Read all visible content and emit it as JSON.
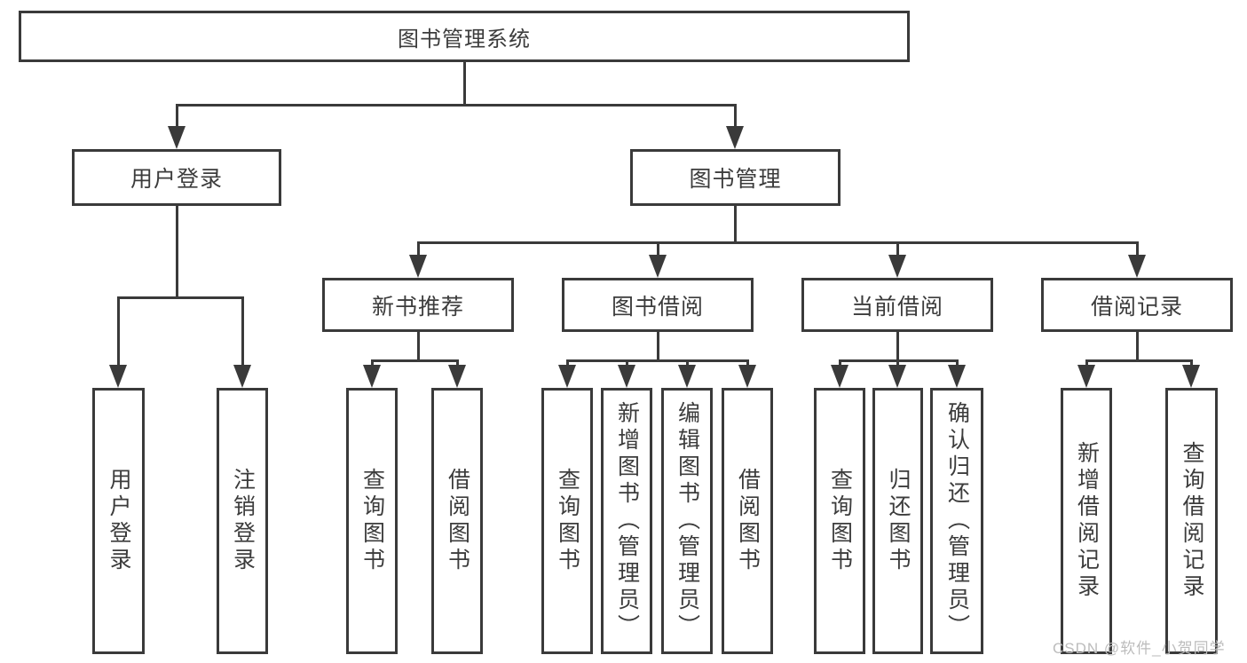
{
  "diagram_type": "hierarchy-tree",
  "watermark": "CSDN @软件_小贺同学",
  "colors": {
    "background": "#ffffff",
    "line": "#3a3a3a",
    "box_border": "#3a3a3a",
    "text": "#3c3c3c",
    "watermark_text": "#bcbcbc"
  },
  "tree": {
    "label": "图书管理系统",
    "children": [
      {
        "label": "用户登录",
        "children": [
          {
            "label": "用户登录"
          },
          {
            "label": "注销登录"
          }
        ]
      },
      {
        "label": "图书管理",
        "children": [
          {
            "label": "新书推荐",
            "children": [
              {
                "label": "查询图书"
              },
              {
                "label": "借阅图书"
              }
            ]
          },
          {
            "label": "图书借阅",
            "children": [
              {
                "label": "查询图书"
              },
              {
                "label": "新增图书（管理员）"
              },
              {
                "label": "编辑图书（管理员）"
              },
              {
                "label": "借阅图书"
              }
            ]
          },
          {
            "label": "当前借阅",
            "children": [
              {
                "label": "查询图书"
              },
              {
                "label": "归还图书"
              },
              {
                "label": "确认归还（管理员）"
              }
            ]
          },
          {
            "label": "借阅记录",
            "children": [
              {
                "label": "新增借阅记录"
              },
              {
                "label": "查询借阅记录"
              }
            ]
          }
        ]
      }
    ]
  }
}
